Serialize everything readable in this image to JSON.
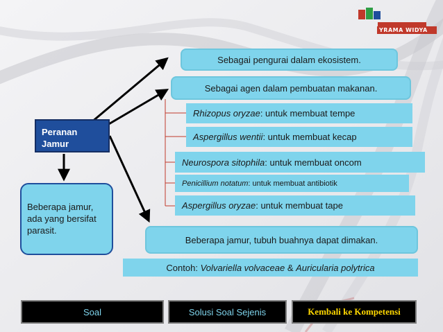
{
  "logo": {
    "text": "YRAMA WIDYA",
    "colors": {
      "red": "#c0392b",
      "green": "#2e9e45",
      "blue": "#1f4e9c"
    }
  },
  "diagram": {
    "root": {
      "line1": "Peranan",
      "line2": "Jamur"
    },
    "parasitic": {
      "text": "Beberapa jamur, ada yang bersifat parasit."
    },
    "roles": {
      "decomposer": "Sebagai pengurai dalam ekosistem.",
      "food_agent": "Sebagai agen dalam pembuatan makanan.",
      "edible": "Beberapa jamur, tubuh buahnya dapat dimakan."
    },
    "food_examples": [
      {
        "species": "Rhizopus oryzae",
        "use": ": untuk membuat tempe"
      },
      {
        "species": "Aspergillus wentii",
        "use": ": untuk membuat kecap"
      },
      {
        "species": "Neurospora sitophila",
        "use": ": untuk membuat oncom"
      },
      {
        "species": "Penicillium notatum",
        "use": ": untuk membuat antibiotik"
      },
      {
        "species": "Aspergillus oryzae",
        "use": ": untuk membuat tape"
      }
    ],
    "edible_example": {
      "prefix": "Contoh: ",
      "species1": "Volvariella volvaceae",
      "joiner": " & ",
      "species2": "Auricularia polytrica"
    }
  },
  "nav": {
    "soal": "Soal",
    "solusi": "Solusi Soal Sejenis",
    "kembali": "Kembali ke Kompetensi"
  },
  "colors": {
    "box_fill": "#7fd4ec",
    "root_fill": "#1f4e9c",
    "nav_bg": "#000000",
    "nav_text_cyan": "#7fd4ec",
    "nav_text_yellow": "#ffd700",
    "arrow": "#000000"
  }
}
